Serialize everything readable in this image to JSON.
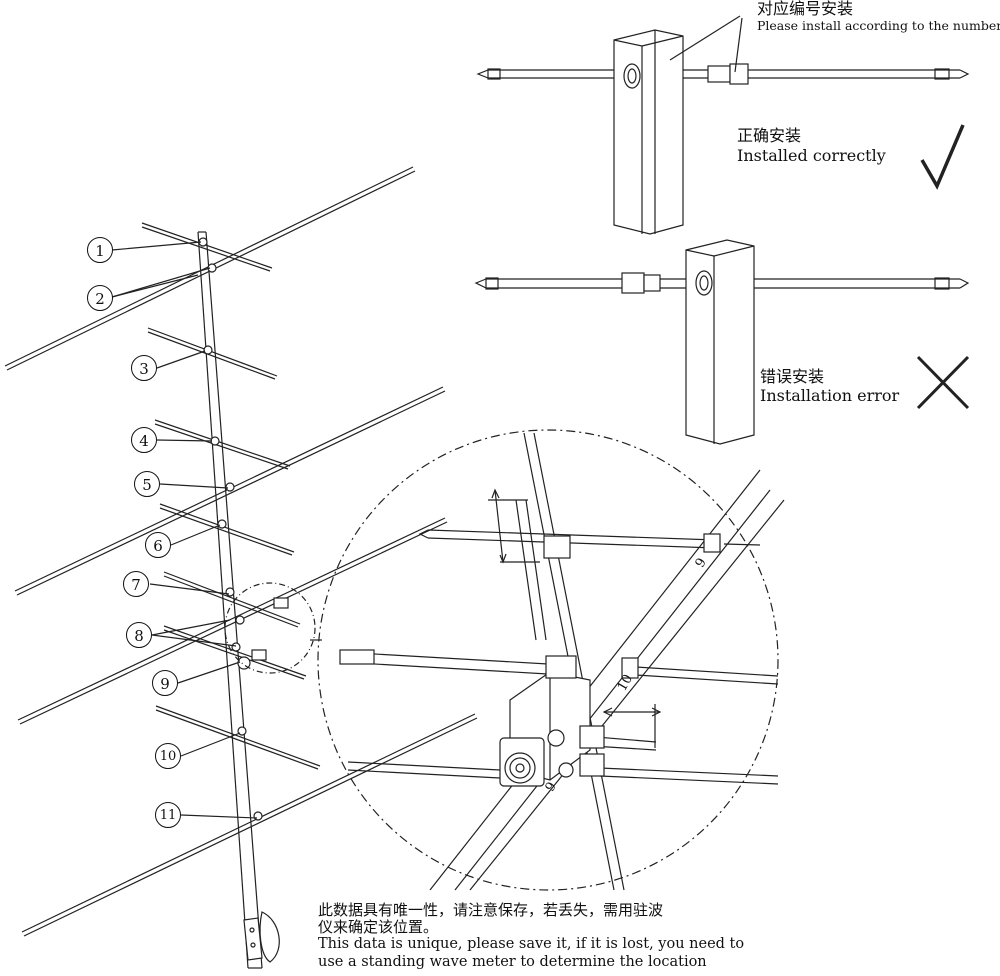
{
  "top_note": {
    "cn": "对应编号安装",
    "en": "Please install according to the number"
  },
  "correct": {
    "cn": "正确安装",
    "en": "Installed correctly",
    "mark": "✓"
  },
  "error": {
    "cn": "错误安装",
    "en": "Installation error",
    "mark": "✕"
  },
  "bottom_note": {
    "cn_line1": "此数据具有唯一性，请注意保存，若丢失，需用驻波",
    "cn_line2": "仪来确定该位置。",
    "en_line1": "This data is unique, please save it, if it is lost, you need to",
    "en_line2": "use a standing wave meter to determine the location"
  },
  "callouts": [
    "1",
    "2",
    "3",
    "4",
    "5",
    "6",
    "7",
    "8",
    "9",
    "10",
    "11"
  ],
  "detail_marks": [
    "9",
    "10",
    "9"
  ]
}
